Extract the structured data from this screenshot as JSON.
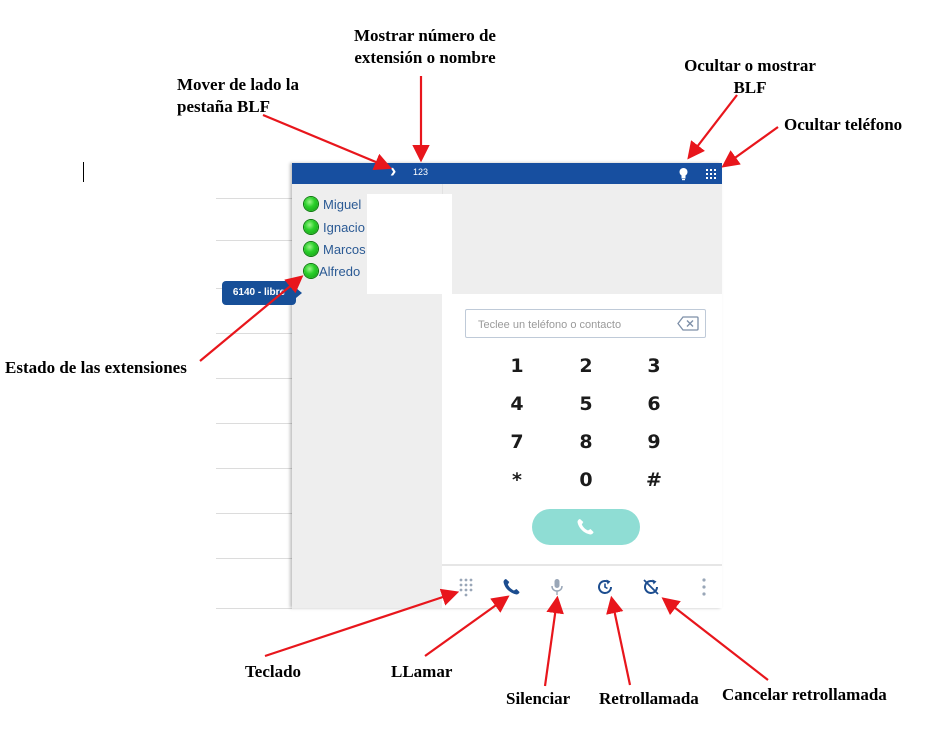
{
  "annotations": {
    "show_extension": "Mostrar número de extensión o nombre",
    "move_blf": "Mover de lado la pestaña BLF",
    "hide_show_blf": "Ocultar o mostrar BLF",
    "hide_phone": "Ocultar teléfono",
    "extension_status": "Estado de las extensiones",
    "keypad": "Teclado",
    "call": "LLamar",
    "mute": "Silenciar",
    "callback": "Retrollamada",
    "cancel_callback": "Cancelar retrollamada"
  },
  "topbar": {
    "chevron": "›",
    "toggle_number": "123",
    "bulb_icon": "lightbulb-icon",
    "grid_icon": "dialpad-grid-icon",
    "color": "#174fa0"
  },
  "blf": {
    "items": [
      {
        "name": "Miguel",
        "status": "available"
      },
      {
        "name": "Ignacio",
        "status": "available"
      },
      {
        "name": "Marcos",
        "status": "available"
      },
      {
        "name": "Alfredo",
        "status": "available"
      }
    ],
    "tooltip": "6140 - libre",
    "status_color": "#2bd02b"
  },
  "dialer": {
    "search_placeholder": "Teclee un teléfono o contacto",
    "keys": [
      "1",
      "2",
      "3",
      "4",
      "5",
      "6",
      "7",
      "8",
      "9",
      "*",
      "0",
      "#"
    ],
    "call_button_color": "#8fddd4"
  },
  "toolbar": {
    "icons": [
      "keypad-icon",
      "phone-icon",
      "microphone-icon",
      "callback-icon",
      "cancel-callback-icon",
      "more-vertical-icon"
    ]
  },
  "colors": {
    "arrow": "#e8161c",
    "accent": "#174fa0"
  }
}
